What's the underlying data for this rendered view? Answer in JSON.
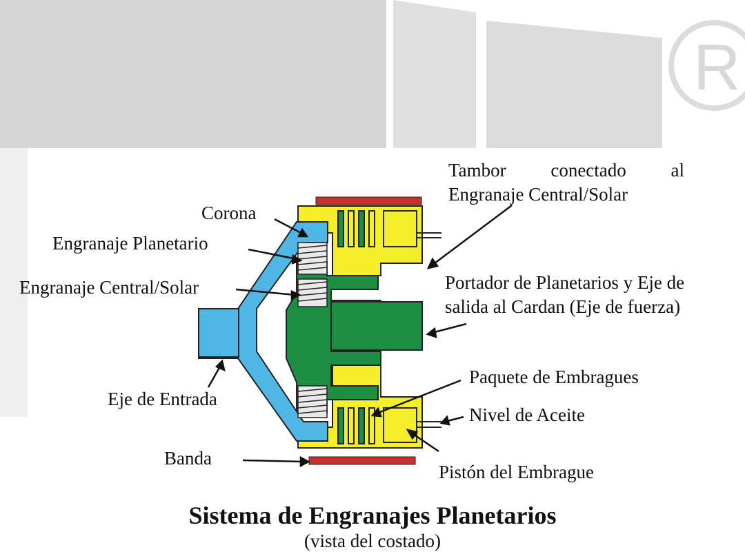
{
  "diagram": {
    "title": "Sistema de Engranajes Planetarios",
    "subtitle": "(vista del costado)",
    "colors": {
      "input_shaft": "#4fb6e6",
      "output_carrier": "#1d8f45",
      "drum": "#f4ef2a",
      "band": "#c8312b",
      "gear": "#e9e9e9",
      "watermark": "#d3d3d3"
    },
    "labels": {
      "corona": "Corona",
      "planetario": "Engranaje Planetario",
      "central": "Engranaje Central/Solar",
      "entrada": "Eje de Entrada",
      "banda": "Banda",
      "tambor_1": "Tambor conectado al",
      "tambor_2": "Engranaje Central/Solar",
      "portador_1": "Portador de Planetarios y Eje de",
      "portador_2": "salida al Cardan (Eje de fuerza)",
      "paquete": "Paquete de Embragues",
      "nivel": "Nivel de Aceite",
      "piston": "Pistón del Embrague"
    }
  }
}
